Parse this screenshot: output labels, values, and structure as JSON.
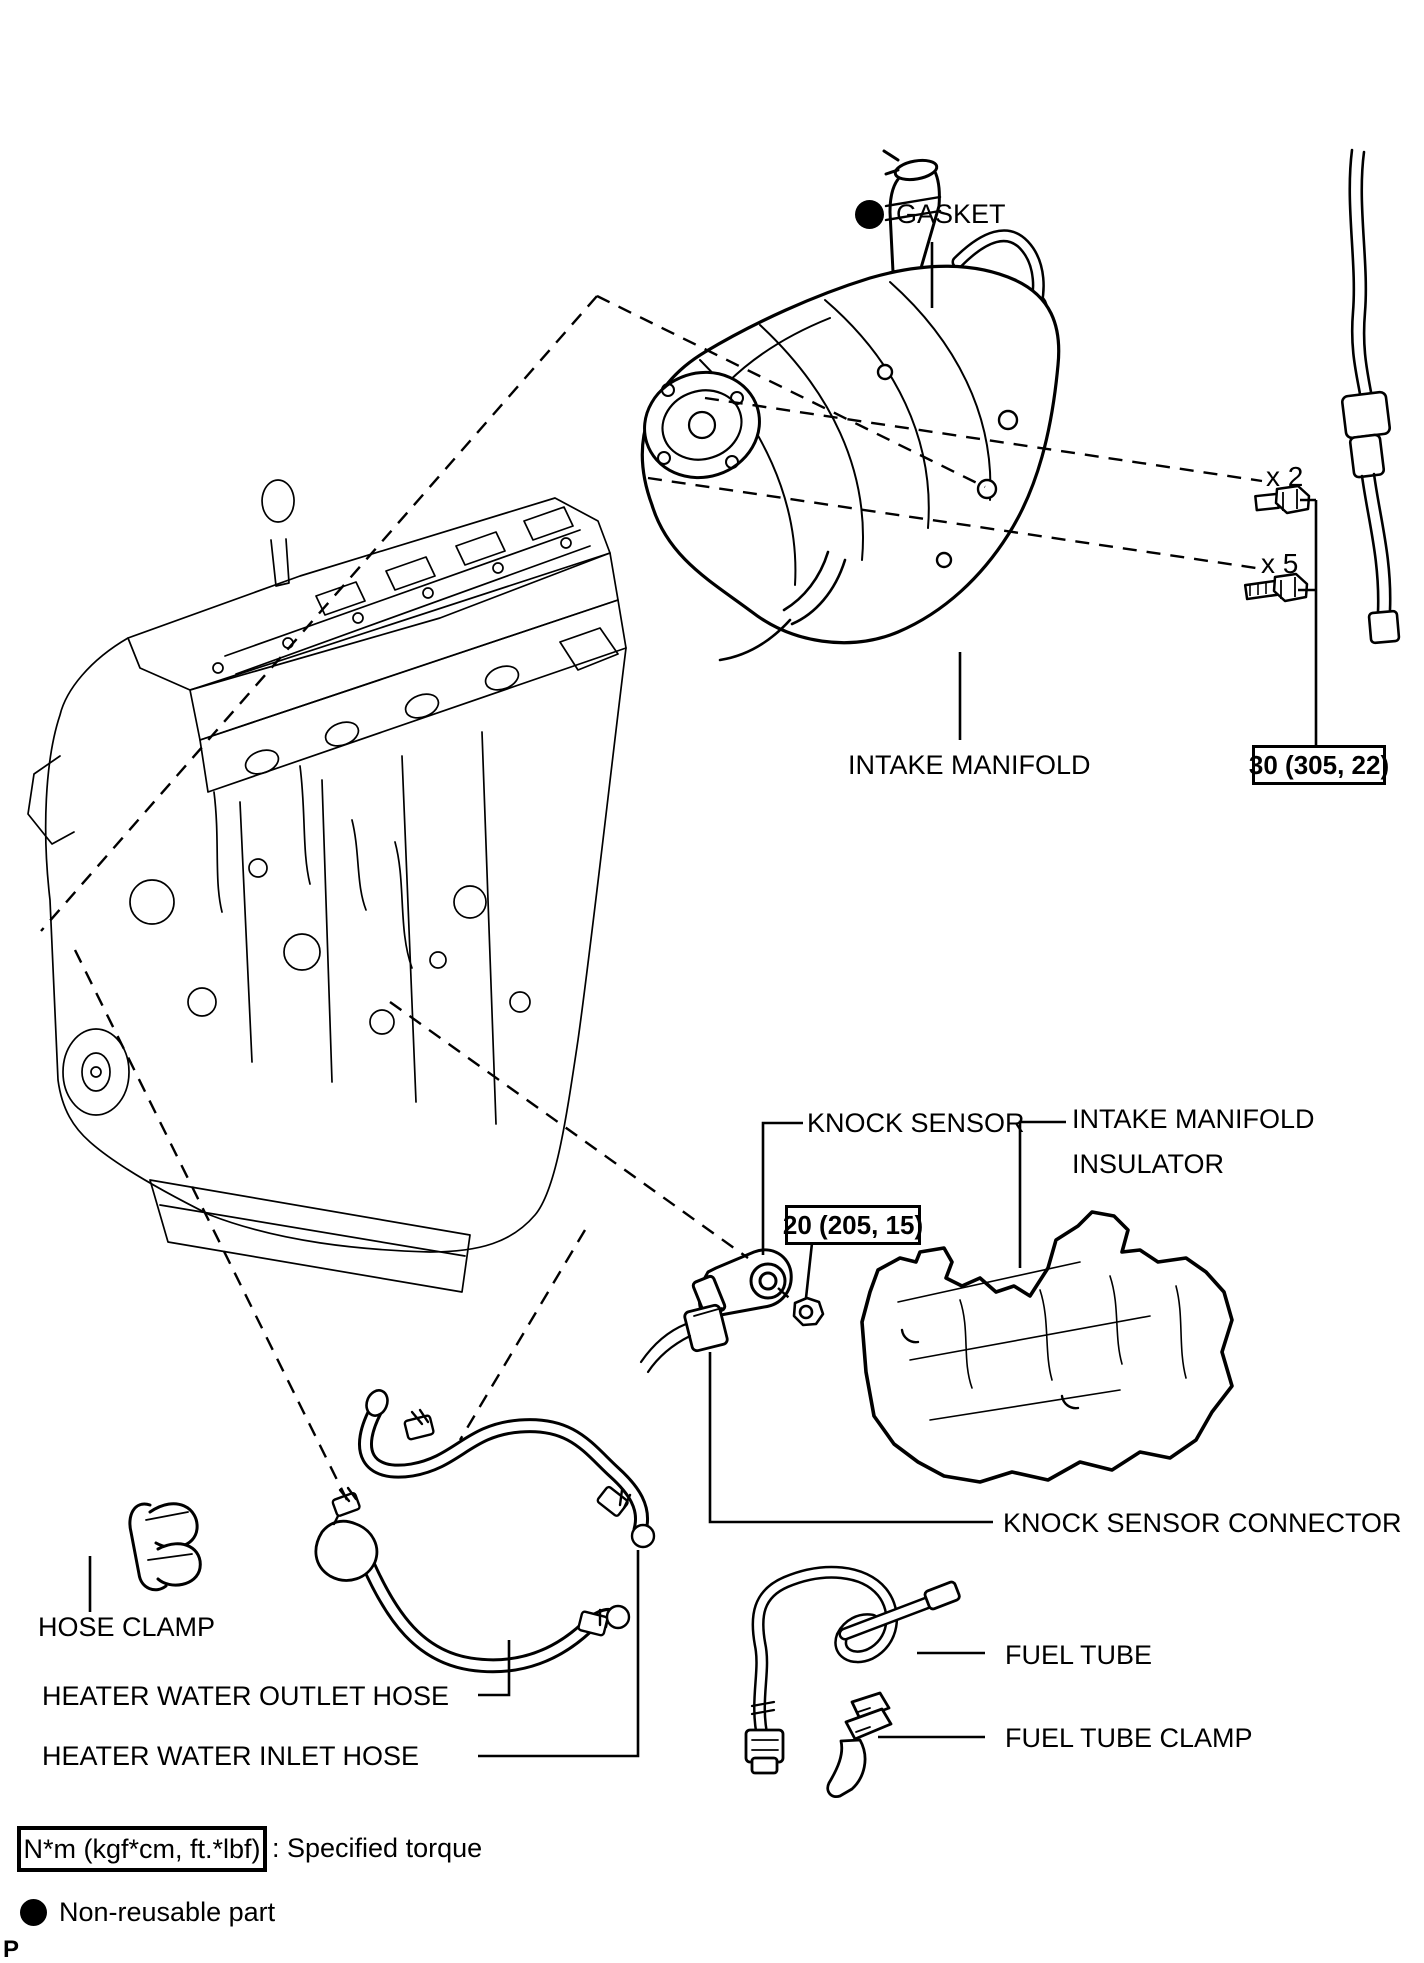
{
  "page": {
    "background": "#ffffff",
    "line_color": "#000000"
  },
  "labels": {
    "gasket": "GASKET",
    "intake_manifold": "INTAKE MANIFOLD",
    "knock_sensor": "KNOCK SENSOR",
    "intake_manifold_insulator_line1": "INTAKE MANIFOLD",
    "intake_manifold_insulator_line2": "INSULATOR",
    "knock_sensor_connector": "KNOCK SENSOR CONNECTOR",
    "hose_clamp": "HOSE CLAMP",
    "heater_water_outlet_hose": "HEATER WATER OUTLET HOSE",
    "heater_water_inlet_hose": "HEATER WATER INLET HOSE",
    "fuel_tube": "FUEL TUBE",
    "fuel_tube_clamp": "FUEL TUBE CLAMP"
  },
  "torque_specs": {
    "intake_manifold_bolts": "30 (305, 22)",
    "knock_sensor": "20 (205, 15)"
  },
  "quantities": {
    "short_bolt": "x 2",
    "long_bolt": "x 5"
  },
  "legend": {
    "torque_units": "N*m (kgf*cm, ft.*lbf)",
    "torque_description": ": Specified torque",
    "non_reusable": "Non-reusable part",
    "page_marker": "P"
  }
}
